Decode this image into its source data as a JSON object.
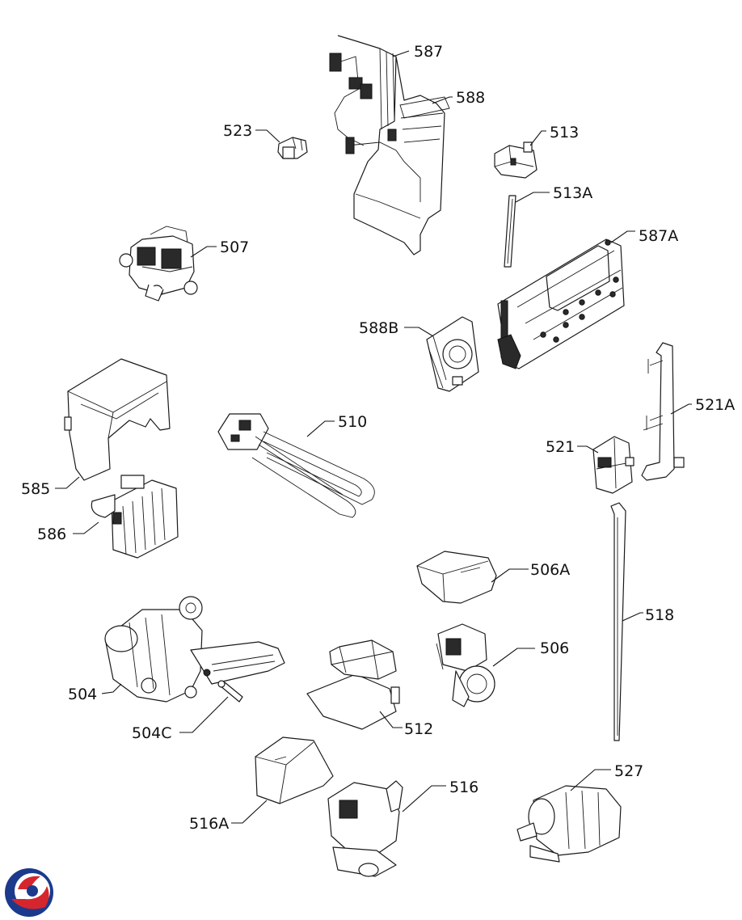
{
  "labels": {
    "p587": "587",
    "p588": "588",
    "p523": "523",
    "p513": "513",
    "p513A": "513A",
    "p507": "507",
    "p587A": "587A",
    "p588B": "588B",
    "p510": "510",
    "p521A": "521A",
    "p521": "521",
    "p585": "585",
    "p586": "586",
    "p506A": "506A",
    "p518": "518",
    "p506": "506",
    "p504": "504",
    "p504C": "504C",
    "p512": "512",
    "p527": "527",
    "p516": "516",
    "p516A": "516A"
  },
  "logo": {
    "colors": [
      "#1b3a8c",
      "#d6262d"
    ],
    "icon": "brand-logo-icon"
  }
}
